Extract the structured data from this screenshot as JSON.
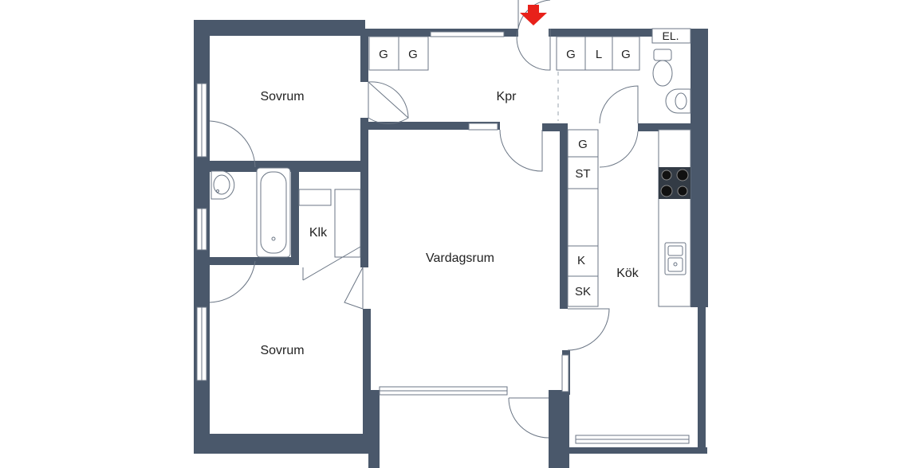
{
  "colors": {
    "wall": "#4a586b",
    "line": "#6b7685",
    "dash": "#9aa3ad",
    "entrance_arrow": "#e8211a",
    "background": "#ffffff"
  },
  "rooms": {
    "bedroom_top": "Sovrum",
    "hall": "Kpr",
    "closet": "Klk",
    "living": "Vardagsrum",
    "kitchen": "Kök",
    "bedroom_bottom": "Sovrum"
  },
  "hall_cabinets": {
    "left": [
      "G",
      "G"
    ],
    "right": [
      "G",
      "L",
      "G"
    ]
  },
  "kitchen_cabinets": [
    "G",
    "ST",
    "K",
    "SK"
  ],
  "electrical_label": "EL.",
  "icons": [
    "entrance-arrow-icon",
    "toilet-icon",
    "sink-icon",
    "bathtub-icon",
    "stove-icon",
    "kitchen-sink-icon"
  ]
}
